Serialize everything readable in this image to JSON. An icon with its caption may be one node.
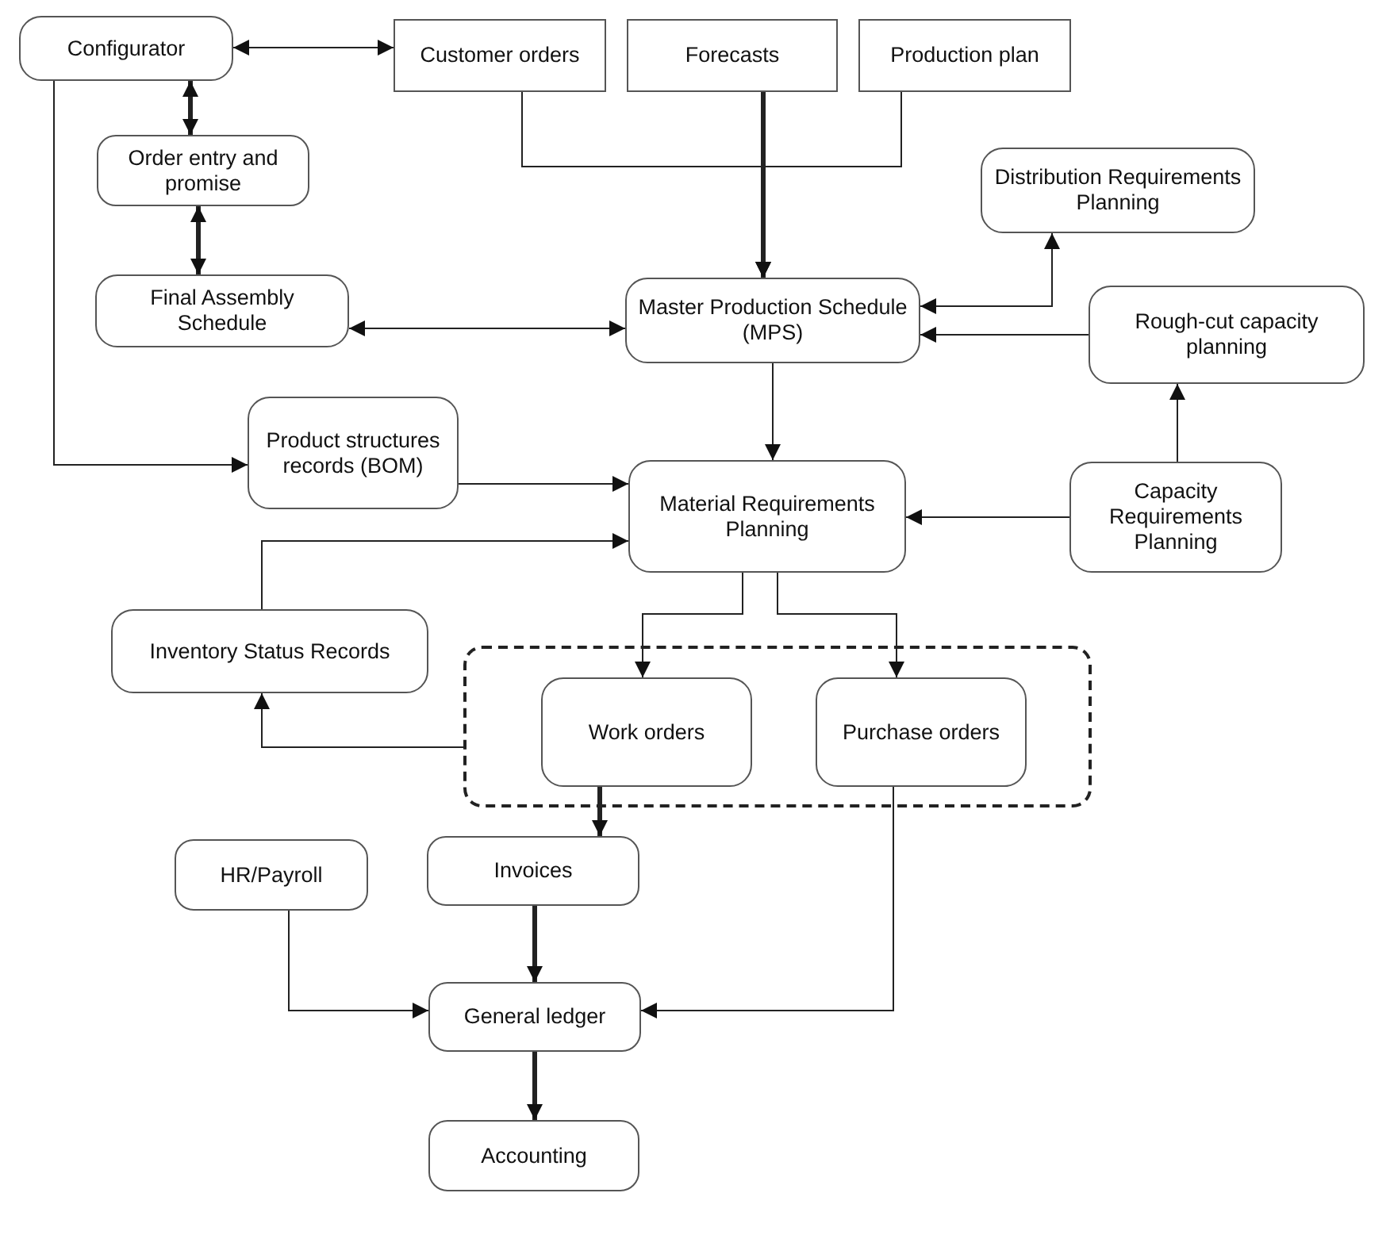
{
  "diagram": {
    "nodes": [
      {
        "text": [
          "Configurator"
        ]
      },
      {
        "text": [
          "Customer orders"
        ]
      },
      {
        "text": [
          "Forecasts"
        ]
      },
      {
        "text": [
          "Production plan"
        ]
      },
      {
        "text": [
          "Order entry and promise"
        ]
      },
      {
        "text": [
          "Distribution Requirements Planning"
        ]
      },
      {
        "text": [
          "Final Assembly Schedule"
        ]
      },
      {
        "text": [
          "Master Production Schedule (MPS)"
        ]
      },
      {
        "text": [
          "Rough-cut capacity planning"
        ]
      },
      {
        "text": [
          "Product structures records (BOM)"
        ]
      },
      {
        "text": [
          "Material Requirements Planning"
        ]
      },
      {
        "text": [
          "Capacity Requirements Planning"
        ]
      },
      {
        "text": [
          "Inventory Status Records"
        ]
      },
      {
        "text": [],
        "shape": "box"
      },
      {
        "text": [
          "Work orders"
        ],
        "in": 13
      },
      {
        "text": [
          "Purchase orders"
        ],
        "in": 13
      },
      {
        "text": [
          "HR/Payroll"
        ]
      },
      {
        "text": [
          "Invoices"
        ]
      },
      {
        "text": [
          "General ledger"
        ]
      },
      {
        "text": [
          "Accounting"
        ]
      }
    ],
    "edges": [
      {
        "from": 0,
        "to": 1,
        "arrow": "both"
      },
      {
        "from": 0,
        "to": 4,
        "arrow": "both",
        "style": "thick"
      },
      {
        "from": 4,
        "to": 6,
        "arrow": "both",
        "style": "thick"
      },
      {
        "from": 6,
        "to": 7,
        "arrow": "both"
      },
      {
        "from": 1,
        "to": 7,
        "arrow": "to"
      },
      {
        "from": 2,
        "to": 7,
        "arrow": "to",
        "style": "thick"
      },
      {
        "from": 3,
        "to": 7,
        "arrow": "to"
      },
      {
        "from": 7,
        "to": 5,
        "arrow": "both"
      },
      {
        "from": 8,
        "to": 7,
        "arrow": "to"
      },
      {
        "from": 7,
        "to": 10,
        "arrow": "to"
      },
      {
        "from": 0,
        "to": 9,
        "arrow": "to"
      },
      {
        "from": 9,
        "to": 10,
        "arrow": "to"
      },
      {
        "from": 12,
        "to": 10,
        "arrow": "to"
      },
      {
        "from": 11,
        "to": 10,
        "arrow": "to"
      },
      {
        "from": 11,
        "to": 8,
        "arrow": "to"
      },
      {
        "from": 10,
        "to": 14,
        "arrow": "to"
      },
      {
        "from": 10,
        "to": 15,
        "arrow": "to"
      },
      {
        "from": 13,
        "to": 12,
        "arrow": "to"
      },
      {
        "from": 14,
        "to": 17,
        "arrow": "to",
        "style": "thick"
      },
      {
        "from": 17,
        "to": 18,
        "arrow": "to",
        "style": "thick"
      },
      {
        "from": 16,
        "to": 18,
        "arrow": "to"
      },
      {
        "from": 15,
        "to": 18,
        "arrow": "to"
      },
      {
        "from": 18,
        "to": 19,
        "arrow": "to",
        "style": "thick"
      }
    ]
  }
}
